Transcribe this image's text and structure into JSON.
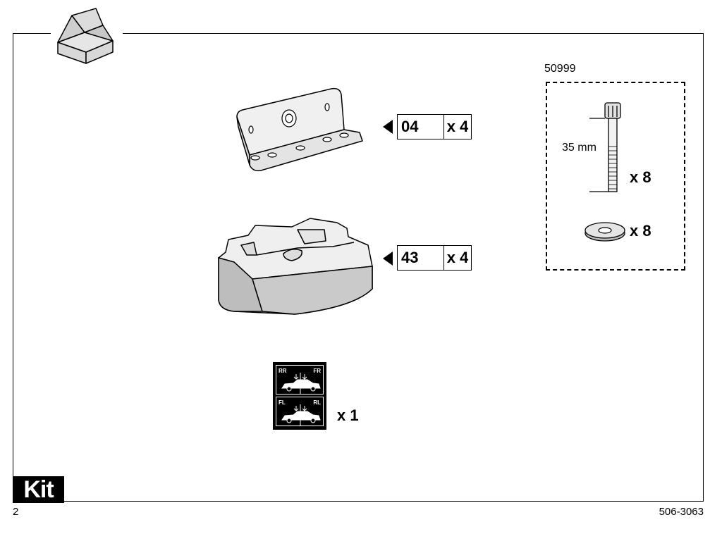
{
  "page": {
    "kit_label": "Kit",
    "page_number": "2",
    "document_number": "506-3063"
  },
  "parts": [
    {
      "ref": "04",
      "qty": "x 4",
      "icon": "bracket-icon"
    },
    {
      "ref": "43",
      "qty": "x 4",
      "icon": "foot-pad-icon"
    }
  ],
  "hardware_kit": {
    "part_number": "50999",
    "bolt_length": "35 mm",
    "bolt_qty": "x 8",
    "washer_qty": "x 8"
  },
  "sticker": {
    "qty": "x 1",
    "top_left": "RR",
    "top_right": "FR",
    "bottom_left": "FL",
    "bottom_right": "RL"
  }
}
